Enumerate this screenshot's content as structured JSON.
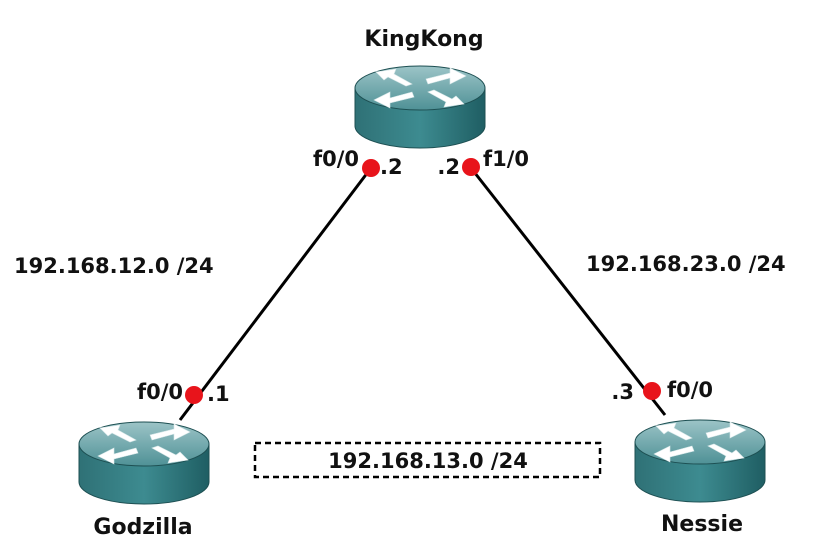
{
  "routers": [
    {
      "id": "kingkong",
      "name": "KingKong"
    },
    {
      "id": "godzilla",
      "name": "Godzilla"
    },
    {
      "id": "nessie",
      "name": "Nessie"
    }
  ],
  "links": [
    {
      "network": "192.168.12.0 /24",
      "a": {
        "router": "KingKong",
        "interface": "f0/0",
        "host": ".2"
      },
      "b": {
        "router": "Godzilla",
        "interface": "f0/0",
        "host": ".1"
      }
    },
    {
      "network": "192.168.23.0 /24",
      "a": {
        "router": "KingKong",
        "interface": "f1/0",
        "host": ".2"
      },
      "b": {
        "router": "Nessie",
        "interface": "f0/0",
        "host": ".3"
      }
    }
  ],
  "unconnected_network": "192.168.13.0 /24",
  "colors": {
    "router_top": "#6aa3a8",
    "router_side": "#2f7d82",
    "interface_dot": "#e8141b",
    "link": "#000000"
  }
}
